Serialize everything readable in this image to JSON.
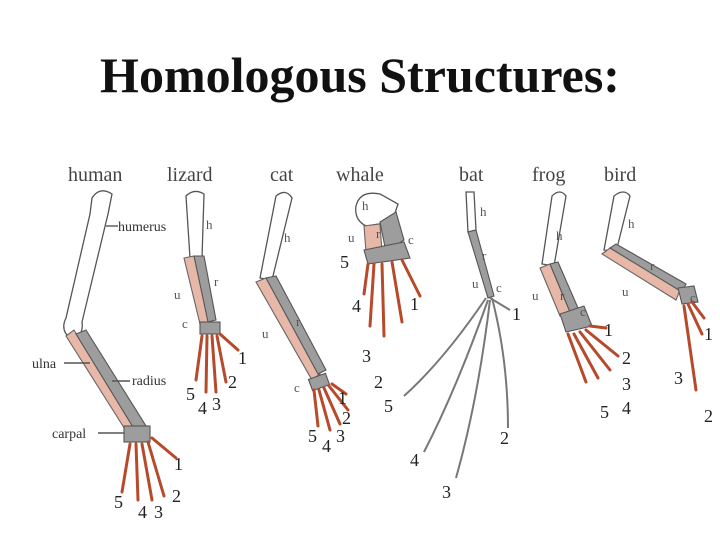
{
  "title": "Homologous Structures:",
  "species": [
    "human",
    "lizard",
    "cat",
    "whale",
    "bat",
    "frog",
    "bird"
  ],
  "human_labels": {
    "humerus": "humerus",
    "ulna": "ulna",
    "radius": "radius",
    "carpal": "carpal"
  },
  "bone_letters": {
    "h": "h",
    "r": "r",
    "u": "u",
    "c": "c"
  },
  "digits": {
    "d1": "1",
    "d2": "2",
    "d3": "3",
    "d4": "4",
    "d5": "5"
  },
  "colors": {
    "pink_bone": "#e7b7a8",
    "gray_bone": "#9d9d9d",
    "red_bone": "#b64a2a"
  }
}
